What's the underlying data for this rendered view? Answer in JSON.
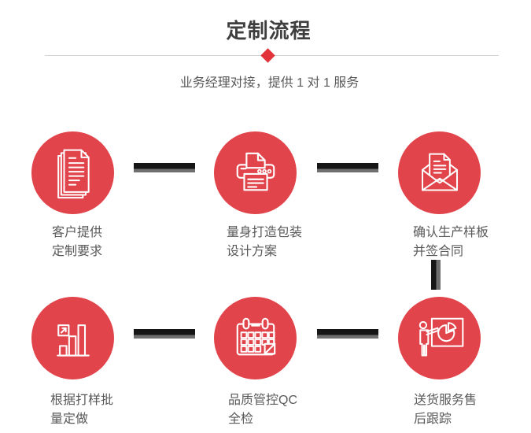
{
  "header": {
    "title": "定制流程",
    "subtitle": "业务经理对接，提供 1 对 1 服务"
  },
  "steps": [
    {
      "icon": "documents-icon",
      "line1": "客户提供",
      "line2": "定制要求"
    },
    {
      "icon": "printer-icon",
      "line1": "量身打造包装",
      "line2": "设计方案"
    },
    {
      "icon": "envelope-icon",
      "line1": "确认生产样板",
      "line2": "并签合同"
    },
    {
      "icon": "bar-chart-icon",
      "line1": "根据打样批",
      "line2": "量定做"
    },
    {
      "icon": "calendar-icon",
      "line1": "品质管控QC",
      "line2": "全检"
    },
    {
      "icon": "presentation-icon",
      "line1": "送货服务售",
      "line2": "后跟踪"
    }
  ],
  "colors": {
    "accent_red": "#e2444b",
    "diamond_red": "#e2333a",
    "connector_black": "#161616",
    "connector_gray": "#6f6f6f",
    "divider_gray": "#d5d5d5",
    "title_gray": "#3e3e3e",
    "text_gray": "#595959"
  }
}
